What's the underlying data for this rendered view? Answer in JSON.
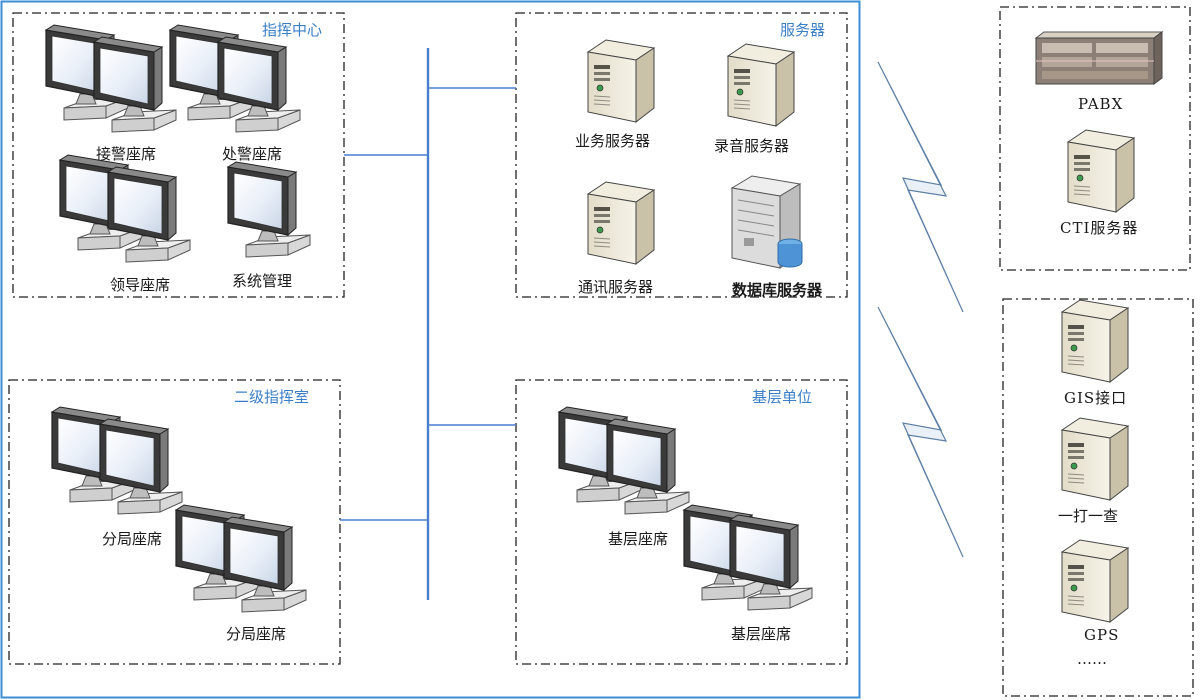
{
  "groups": {
    "command_center": {
      "title": "指挥中心",
      "seats": [
        "接警座席",
        "处警座席",
        "领导座席",
        "系统管理"
      ]
    },
    "servers": {
      "title": "服务器",
      "items": [
        "业务服务器",
        "录音服务器",
        "通讯服务器",
        "数据库服务器"
      ]
    },
    "secondary_room": {
      "title": "二级指挥室",
      "seats": [
        "分局座席",
        "分局座席"
      ]
    },
    "grassroots": {
      "title": "基层单位",
      "seats": [
        "基层座席",
        "基层座席"
      ]
    }
  },
  "external_top": {
    "items": [
      "PABX",
      "CTI服务器"
    ]
  },
  "external_bottom": {
    "items": [
      "GIS接口",
      "一打一查",
      "GPS",
      "……"
    ]
  },
  "colors": {
    "frame": "#3b8fd4",
    "bus": "#4a7fd0",
    "dash": "#222222",
    "label_accent": "#3b7fc7"
  }
}
